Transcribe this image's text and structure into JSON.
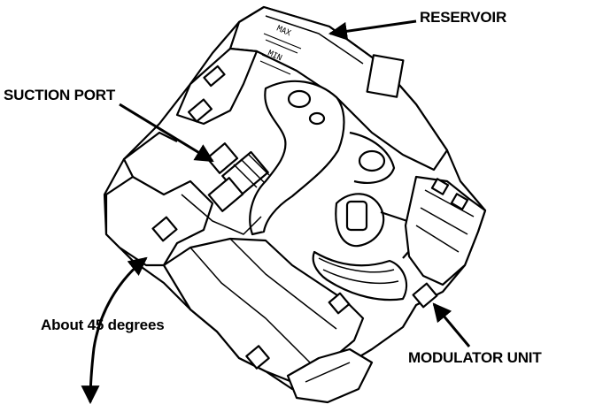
{
  "labels": {
    "reservoir": "RESERVOIR",
    "suction_port": "SUCTION PORT",
    "angle": "About 45 degrees",
    "modulator_unit": "MODULATOR UNIT"
  },
  "embossed": {
    "max": "MAX",
    "min": "MIN"
  },
  "colors": {
    "ink": "#000000",
    "paper": "#ffffff"
  }
}
